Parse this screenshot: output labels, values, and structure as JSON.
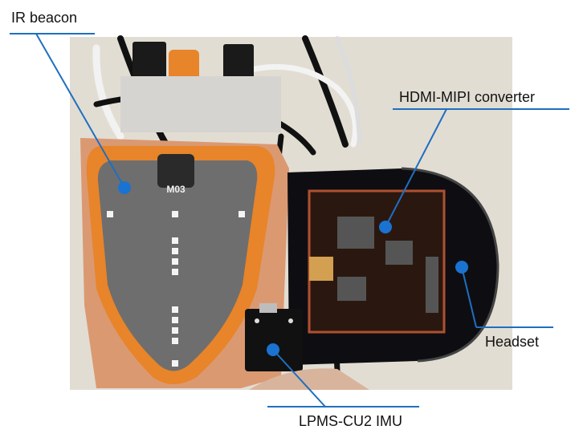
{
  "labels": {
    "ir_beacon": "IR beacon",
    "hdmi_mipi": "HDMI-MIPI converter",
    "headset": "Headset",
    "imu": "LPMS-CU2 IMU"
  },
  "board_marking": "M03",
  "colors": {
    "callout_line": "#1f6fc0",
    "callout_dot": "#1a73d1",
    "beacon_frame": "#e8842a",
    "beacon_face": "#6e6e6e",
    "wood": "#e2a07a",
    "pcb": "#2a1810",
    "headset": "#0e0e12",
    "wall": "#e9e4da"
  }
}
